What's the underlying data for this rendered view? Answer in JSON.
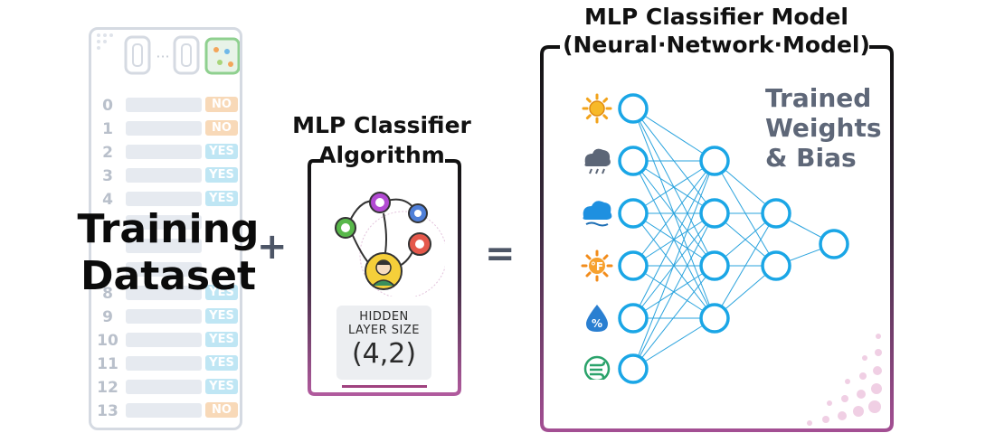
{
  "dataset": {
    "title_line1": "Training",
    "title_line2": "Dataset",
    "rows": [
      {
        "index": "0",
        "label": "NO"
      },
      {
        "index": "1",
        "label": "NO"
      },
      {
        "index": "2",
        "label": "YES"
      },
      {
        "index": "3",
        "label": "YES"
      },
      {
        "index": "4",
        "label": "YES"
      },
      {
        "index": "",
        "label": ""
      },
      {
        "index": "",
        "label": ""
      },
      {
        "index": "",
        "label": ""
      },
      {
        "index": "8",
        "label": "YES"
      },
      {
        "index": "9",
        "label": "YES"
      },
      {
        "index": "10",
        "label": "YES"
      },
      {
        "index": "11",
        "label": "YES"
      },
      {
        "index": "12",
        "label": "YES"
      },
      {
        "index": "13",
        "label": "NO"
      }
    ],
    "ellipsis": "···"
  },
  "operators": {
    "plus": "+",
    "equals": "="
  },
  "algorithm": {
    "title_line1": "MLP Classifier",
    "title_line2": "Algorithm",
    "hidden_label_line1": "HIDDEN",
    "hidden_label_line2": "LAYER SIZE",
    "hidden_value": "(4,2)"
  },
  "model": {
    "title_line1": "MLP Classifier Model",
    "title_line2": "(Neural·Network·Model)",
    "weights_line1": "Trained",
    "weights_line2": "Weights",
    "weights_line3": "& Bias",
    "layers": [
      6,
      4,
      2,
      1
    ],
    "input_icons": [
      "sun-icon",
      "rain-cloud-icon",
      "storm-cloud-icon",
      "temperature-icon",
      "humidity-icon",
      "wind-icon"
    ]
  },
  "colors": {
    "node": "#1aa6e6",
    "edge": "#2aa3dd",
    "frame_top": "#111111",
    "frame_bottom": "#9b4a8f",
    "yes": "#bfe6f4",
    "no": "#f8d9b8"
  }
}
